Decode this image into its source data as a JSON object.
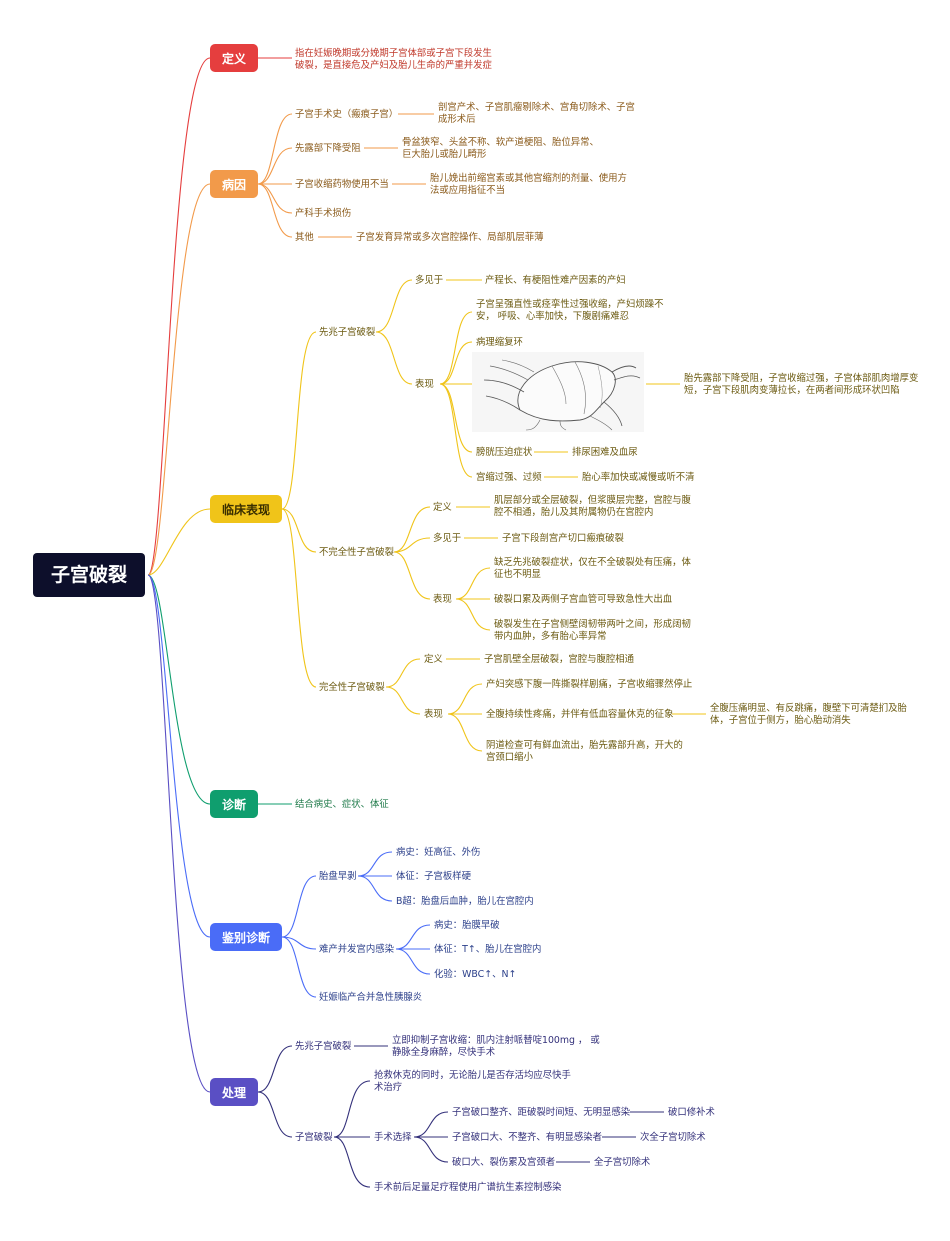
{
  "root": {
    "label": "子宫破裂"
  },
  "branches": {
    "def": {
      "label": "定义",
      "color": "#e53e3e",
      "text": [
        "指在妊娠晚期或分娩期子宫体部或子宫下段发生",
        "破裂，是直接危及产妇及胎儿生命的严重并发症"
      ]
    },
    "cause": {
      "label": "病因",
      "color": "#f29a4a",
      "items": [
        {
          "label": "子宫手术史（瘢痕子宫）",
          "detail": [
            "剖宫产术、子宫肌瘤剔除术、宫角切除术、子宫",
            "成形术后"
          ]
        },
        {
          "label": "先露部下降受阻",
          "detail": [
            "骨盆狭窄、头盆不称、软产道梗阻、胎位异常、",
            "巨大胎儿或胎儿畸形"
          ]
        },
        {
          "label": "子宫收缩药物使用不当",
          "detail": [
            "胎儿娩出前缩宫素或其他宫缩剂的剂量、使用方",
            "法或应用指征不当"
          ]
        },
        {
          "label": "产科手术损伤"
        },
        {
          "label": "其他",
          "detail": [
            "子宫发育异常或多次宫腔操作、局部肌层菲薄"
          ]
        }
      ]
    },
    "clinical": {
      "label": "临床表现",
      "color": "#f0c419",
      "threatened": {
        "label": "先兆子宫破裂",
        "common_label": "多见于",
        "common_text": "产程长、有梗阻性难产因素的产妇",
        "signs_label": "表现",
        "sign1": [
          "子宫呈强直性或痉挛性过强收缩，产妇烦躁不",
          "安，  呼吸、心率加快，下腹剧痛难忍"
        ],
        "ring_label": "病理缩复环",
        "ring_note": [
          "胎先露部下降受阻，子宫收缩过强，子宫体部肌肉增厚变",
          "短，子宫下段肌肉变薄拉长，在两者间形成环状凹陷"
        ],
        "bladder_label": "膀胱压迫症状",
        "bladder_text": "排尿困难及血尿",
        "contraction_label": "宫缩过强、过频",
        "contraction_text": "胎心率加快或减慢或听不清"
      },
      "incomplete": {
        "label": "不完全性子宫破裂",
        "def_label": "定义",
        "def_text": [
          "肌层部分或全层破裂，但浆膜层完整，宫腔与腹",
          "腔不相通，胎儿及其附属物仍在宫腔内"
        ],
        "common_label": "多见于",
        "common_text": "子宫下段剖宫产切口瘢痕破裂",
        "signs_label": "表现",
        "s1": [
          "缺乏先兆破裂症状，仅在不全破裂处有压痛，体",
          "征也不明显"
        ],
        "s2": [
          "破裂口累及两侧子宫血管可导致急性大出血"
        ],
        "s3": [
          "破裂发生在子宫侧壁阔韧带两叶之间，形成阔韧",
          "带内血肿，多有胎心率异常"
        ]
      },
      "complete": {
        "label": "完全性子宫破裂",
        "def_label": "定义",
        "def_text": "子宫肌壁全层破裂，宫腔与腹腔相通",
        "signs_label": "表现",
        "s1": [
          "产妇突感下腹一阵撕裂样剧痛，子宫收缩骤然停止"
        ],
        "s2": [
          "全腹持续性疼痛，并伴有低血容量休克的征象"
        ],
        "s2_note": [
          "全腹压痛明显、有反跳痛，腹壁下可清楚扪及胎",
          "体，子宫位于侧方，胎心胎动消失"
        ],
        "s3": [
          "阴道检查可有鲜血流出，胎先露部升高，开大的",
          "宫颈口缩小"
        ]
      }
    },
    "diag": {
      "label": "诊断",
      "color": "#0f9e6e",
      "text": "结合病史、症状、体征"
    },
    "diff": {
      "label": "鉴别诊断",
      "color": "#4a6cf7",
      "placenta": {
        "label": "胎盘早剥",
        "items": [
          "病史：妊高征、外伤",
          "体征：子宫板样硬",
          "B超：胎盘后血肿，胎儿在宫腔内"
        ]
      },
      "infection": {
        "label": "难产并发宫内感染",
        "items": [
          "病史：胎膜早破",
          "体征：T↑、胎儿在宫腔内",
          "化验：WBC↑、N↑"
        ]
      },
      "pancreatitis": {
        "label": "妊娠临产合并急性胰腺炎"
      }
    },
    "treat": {
      "label": "处理",
      "color": "#5a4fc4",
      "threatened": {
        "label": "先兆子宫破裂",
        "text": [
          "立即抑制子宫收缩：肌内注射哌替啶100mg ， 或",
          "静脉全身麻醉，尽快手术"
        ]
      },
      "rupture": {
        "label": "子宫破裂",
        "t1": [
          "抢救休克的同时，无论胎儿是否存活均应尽快手",
          "术治疗"
        ],
        "surgery_label": "手术选择",
        "options": [
          {
            "cond": "子宫破口整齐、距破裂时间短、无明显感染",
            "action": "破口修补术"
          },
          {
            "cond": "子宫破口大、不整齐、有明显感染者",
            "action": "次全子宫切除术"
          },
          {
            "cond": "破口大、裂伤累及宫颈者",
            "action": "全子宫切除术"
          }
        ],
        "t3": "手术前后足量足疗程使用广谱抗生素控制感染"
      }
    }
  }
}
